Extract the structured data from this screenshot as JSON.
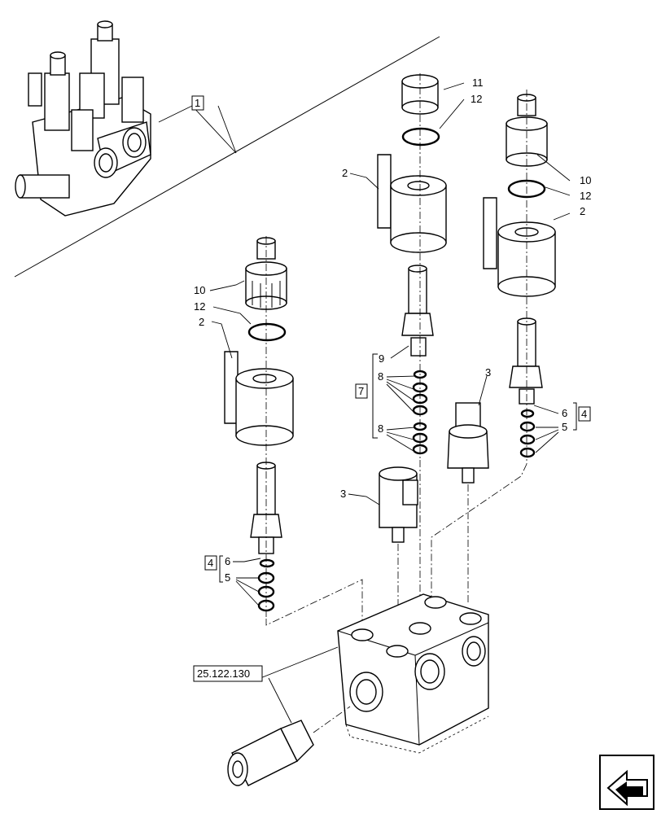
{
  "callouts": {
    "c1": "1",
    "c2": "2",
    "c3": "3",
    "c4": "4",
    "c5": "5",
    "c6": "6",
    "c7": "7",
    "c8": "8",
    "c9": "9",
    "c10": "10",
    "c11": "11",
    "c12": "12"
  },
  "reference": "25.122.130",
  "icons": {
    "nav": "navigation-arrow-icon"
  }
}
